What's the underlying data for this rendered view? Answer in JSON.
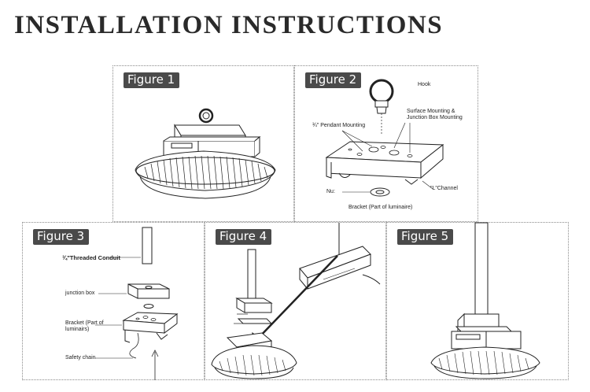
{
  "title": "INSTALLATION INSTRUCTIONS",
  "figures": {
    "f1": {
      "label": "Figure 1"
    },
    "f2": {
      "label": "Figure 2",
      "hook": "Hook",
      "surface_mounting_line1": "Surface Mounting &",
      "surface_mounting_line2": "Junction Box Mounting",
      "pendant_mounting": "¾\" Pendant Mounting",
      "nut": "Nu:",
      "l_channel": "\"L\"Channel",
      "bracket": "Bracket (Part of luminaire)"
    },
    "f3": {
      "label": "Figure 3",
      "threaded_conduit": "¾\"Threaded  Conduit",
      "junction_box": "junction box",
      "bracket_line1": "Bracket (Part of",
      "bracket_line2": "luminairs)",
      "safety_chain": "Safety chain"
    },
    "f4": {
      "label": "Figure 4"
    },
    "f5": {
      "label": "Figure 5"
    }
  }
}
